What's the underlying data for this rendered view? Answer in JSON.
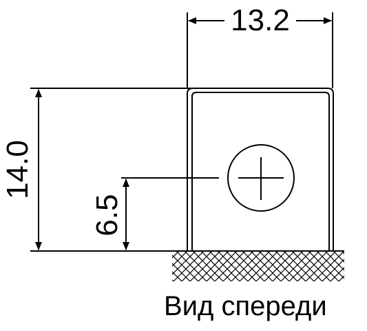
{
  "dimensions": {
    "width_label": "13.2",
    "height_label": "14.0",
    "terminal_height_label": "6.5"
  },
  "caption": "Вид спереди",
  "colors": {
    "line": "#000000",
    "background": "#ffffff"
  }
}
